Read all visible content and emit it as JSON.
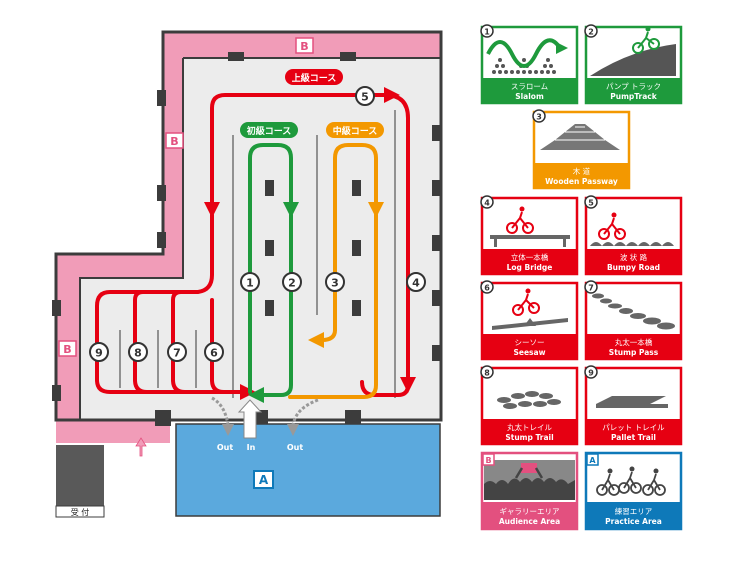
{
  "zones": {
    "audience_letter": "B",
    "practice_letter": "A",
    "reception": "受 付"
  },
  "floor": {
    "out_left": "Out",
    "in": "In",
    "out_right": "Out"
  },
  "courses": {
    "advanced": "上級コース",
    "beginner": "初級コース",
    "intermediate": "中級コース"
  },
  "markers": [
    "1",
    "2",
    "3",
    "4",
    "5",
    "6",
    "7",
    "8",
    "9"
  ],
  "colors": {
    "red": "#e60012",
    "green": "#1e9a3c",
    "orange": "#f39800",
    "pink": "#f19cb8",
    "pink_dark": "#e3507f",
    "blue": "#5ba9dd",
    "blue_dark": "#0e79b9",
    "floor": "#ececec",
    "wall": "#3c3c3c"
  },
  "legend": [
    {
      "num": "1",
      "jp": "スラローム",
      "en": "Slalom",
      "color": "#1e9a3c",
      "icon": "slalom-icon"
    },
    {
      "num": "2",
      "jp": "パンプ トラック",
      "en": "PumpTrack",
      "color": "#1e9a3c",
      "icon": "pumptrack-icon"
    },
    {
      "num": "3",
      "jp": "木 道",
      "en": "Wooden Passway",
      "color": "#f39800",
      "icon": "wooden-passway-icon"
    },
    {
      "num": "4",
      "jp": "立体一本橋",
      "en": "Log Bridge",
      "color": "#e60012",
      "icon": "log-bridge-icon"
    },
    {
      "num": "5",
      "jp": "波 状 路",
      "en": "Bumpy Road",
      "color": "#e60012",
      "icon": "bumpy-road-icon"
    },
    {
      "num": "6",
      "jp": "シーソー",
      "en": "Seesaw",
      "color": "#e60012",
      "icon": "seesaw-icon"
    },
    {
      "num": "7",
      "jp": "丸太一本橋",
      "en": "Stump Pass",
      "color": "#e60012",
      "icon": "stump-pass-icon"
    },
    {
      "num": "8",
      "jp": "丸太トレイル",
      "en": "Stump Trail",
      "color": "#e60012",
      "icon": "stump-trail-icon"
    },
    {
      "num": "9",
      "jp": "パレット トレイル",
      "en": "Pallet Trail",
      "color": "#e60012",
      "icon": "pallet-trail-icon"
    },
    {
      "num": "B",
      "jp": "ギャラリーエリア",
      "en": "Audience Area",
      "color": "#e3507f",
      "icon": "audience-icon"
    },
    {
      "num": "A",
      "jp": "練習エリア",
      "en": "Practice Area",
      "color": "#0e79b9",
      "icon": "practice-icon"
    }
  ]
}
